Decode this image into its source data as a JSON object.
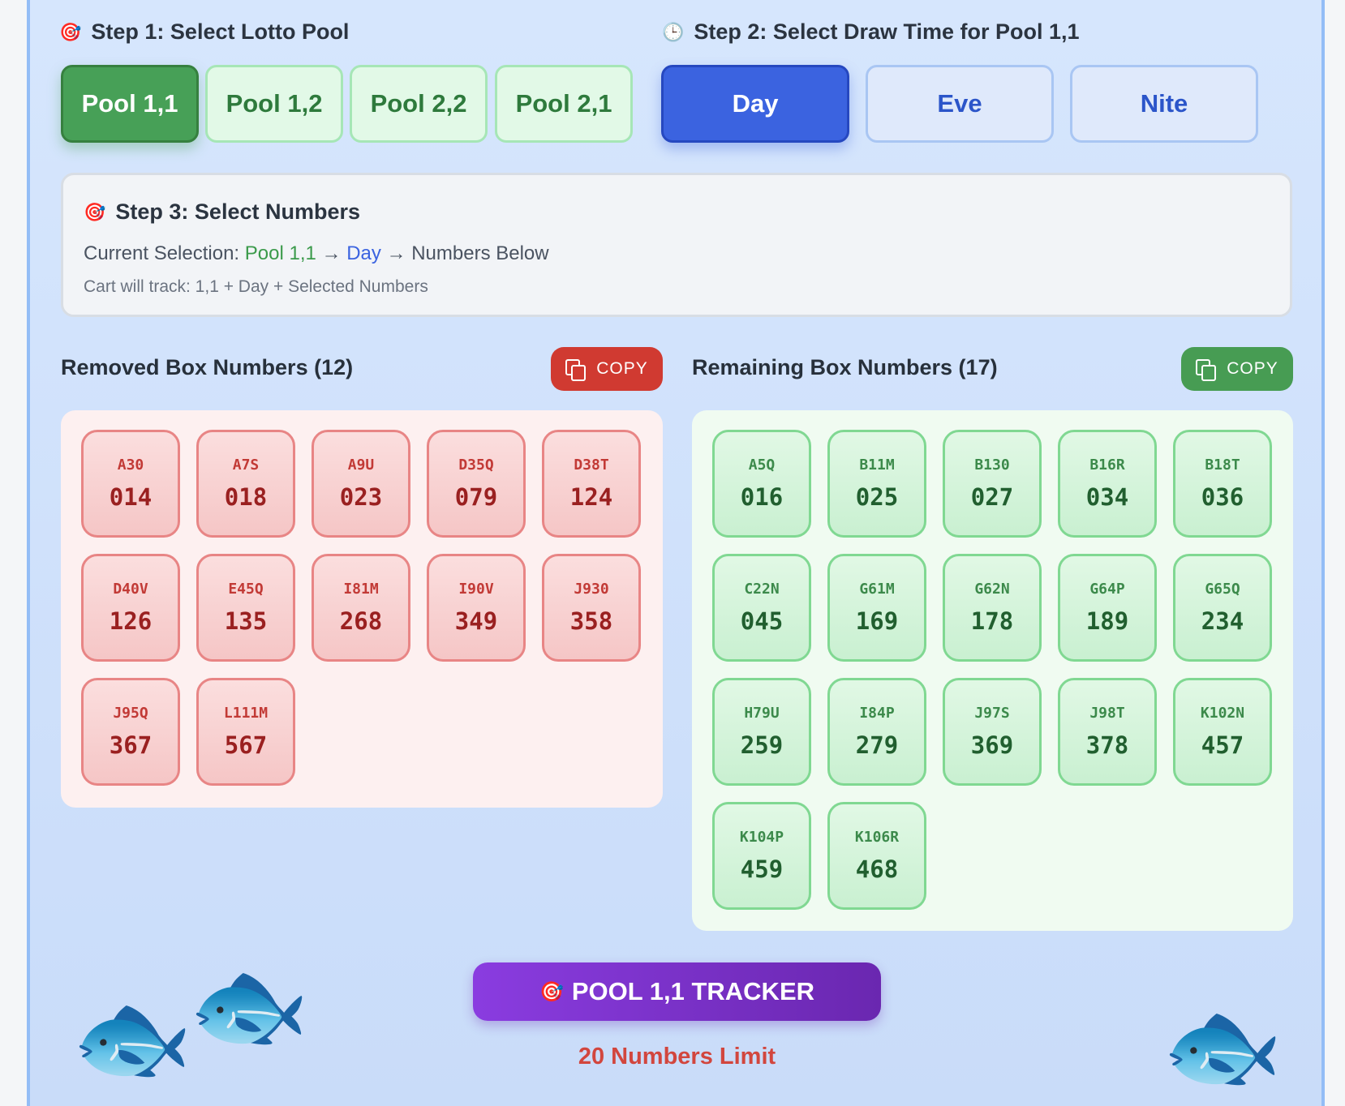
{
  "step1": {
    "icon": "🎯",
    "title": "Step 1: Select Lotto Pool",
    "pools": [
      {
        "label": "Pool 1,1",
        "active": true
      },
      {
        "label": "Pool 1,2",
        "active": false
      },
      {
        "label": "Pool 2,2",
        "active": false
      },
      {
        "label": "Pool 2,1",
        "active": false
      }
    ]
  },
  "step2": {
    "icon": "🕒",
    "title": "Step 2: Select Draw Time for Pool 1,1",
    "times": [
      {
        "label": "Day",
        "active": true
      },
      {
        "label": "Eve",
        "active": false
      },
      {
        "label": "Nite",
        "active": false
      }
    ]
  },
  "step3": {
    "icon": "🎯",
    "title": "Step 3: Select Numbers",
    "current_prefix": "Current Selection:",
    "pool": "Pool 1,1",
    "arrow": "→",
    "time": "Day",
    "suffix": "Numbers Below",
    "track": "Cart will track: 1,1 + Day + Selected Numbers"
  },
  "removed": {
    "title": "Removed Box Numbers (12)",
    "copy_label": "COPY",
    "boxes": [
      {
        "code": "A30",
        "num": "014"
      },
      {
        "code": "A7S",
        "num": "018"
      },
      {
        "code": "A9U",
        "num": "023"
      },
      {
        "code": "D35Q",
        "num": "079"
      },
      {
        "code": "D38T",
        "num": "124"
      },
      {
        "code": "D40V",
        "num": "126"
      },
      {
        "code": "E45Q",
        "num": "135"
      },
      {
        "code": "I81M",
        "num": "268"
      },
      {
        "code": "I90V",
        "num": "349"
      },
      {
        "code": "J930",
        "num": "358"
      },
      {
        "code": "J95Q",
        "num": "367"
      },
      {
        "code": "L111M",
        "num": "567"
      }
    ]
  },
  "remaining": {
    "title": "Remaining Box Numbers (17)",
    "copy_label": "COPY",
    "boxes": [
      {
        "code": "A5Q",
        "num": "016"
      },
      {
        "code": "B11M",
        "num": "025"
      },
      {
        "code": "B130",
        "num": "027"
      },
      {
        "code": "B16R",
        "num": "034"
      },
      {
        "code": "B18T",
        "num": "036"
      },
      {
        "code": "C22N",
        "num": "045"
      },
      {
        "code": "G61M",
        "num": "169"
      },
      {
        "code": "G62N",
        "num": "178"
      },
      {
        "code": "G64P",
        "num": "189"
      },
      {
        "code": "G65Q",
        "num": "234"
      },
      {
        "code": "H79U",
        "num": "259"
      },
      {
        "code": "I84P",
        "num": "279"
      },
      {
        "code": "J97S",
        "num": "369"
      },
      {
        "code": "J98T",
        "num": "378"
      },
      {
        "code": "K102N",
        "num": "457"
      },
      {
        "code": "K104P",
        "num": "459"
      },
      {
        "code": "K106R",
        "num": "468"
      }
    ]
  },
  "tracker": {
    "icon": "🎯",
    "label": "POOL 1,1 TRACKER"
  },
  "limit": "20 Numbers Limit",
  "fish_icon": "🐟",
  "colors": {
    "pool_active": "#47a057",
    "time_active": "#3b63e0",
    "removed": "#d03a31",
    "remaining": "#479c53",
    "tracker": "#7a32c8"
  }
}
